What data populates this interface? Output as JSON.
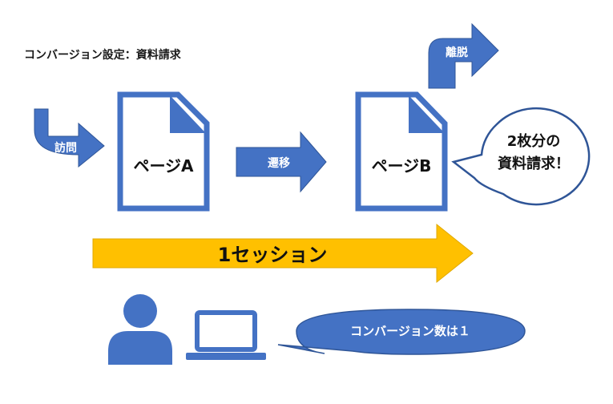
{
  "header": {
    "conversion_setting": "コンバージョン設定：資料請求"
  },
  "flow": {
    "visit_label": "訪問",
    "page_a_label": "ページA",
    "transition_label": "遷移",
    "page_b_label": "ページB",
    "exit_label": "離脱",
    "session_label": "1セッション"
  },
  "callouts": {
    "request_line1": "2枚分の",
    "request_line2": "資料請求！",
    "conversion_count": "コンバージョン数は１"
  },
  "colors": {
    "blue": "#4472C4",
    "gold": "#FFC000",
    "outline": "#2F5597"
  }
}
